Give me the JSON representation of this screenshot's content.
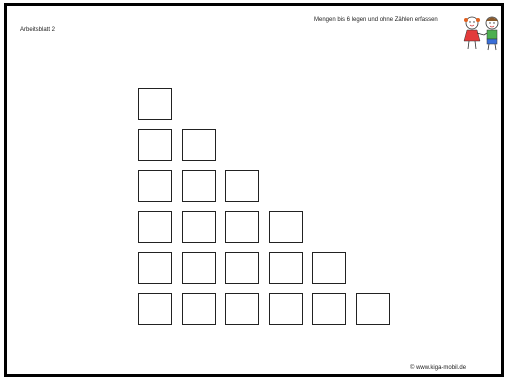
{
  "header": {
    "sheet_label": "Arbeitsblatt 2",
    "task_title": "Mengen bis 6 legen und ohne Zählen erfassen"
  },
  "footer": {
    "copyright": "© www.kiga-mobil.de"
  },
  "staircase": {
    "row_box_counts": [
      1,
      2,
      3,
      4,
      5,
      6
    ]
  },
  "illustration": {
    "icon": "two-children-holding-hands"
  }
}
